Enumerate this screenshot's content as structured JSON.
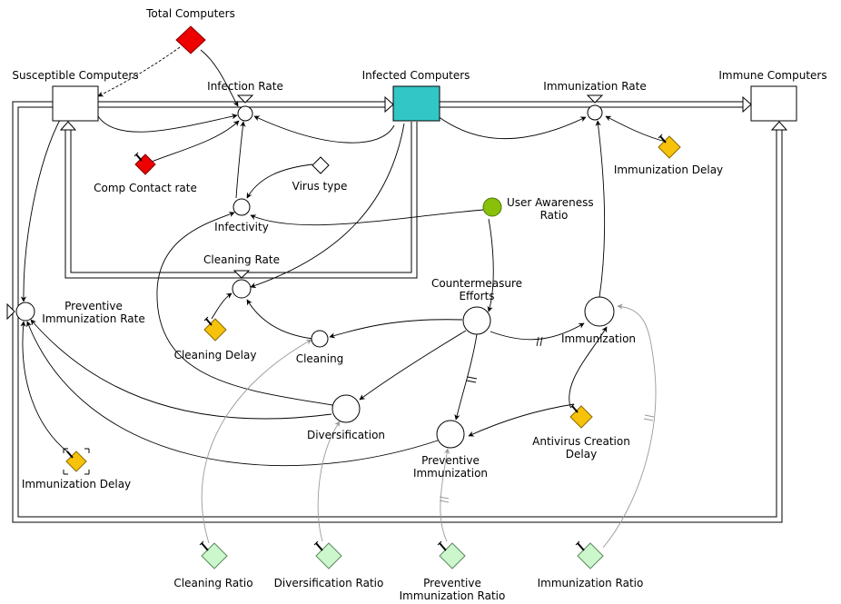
{
  "diagram": {
    "stocks": {
      "susceptible": "Susceptible Computers",
      "infected": "Infected Computers",
      "immune": "Immune Computers"
    },
    "flows": {
      "infection_rate": "Infection Rate",
      "immunization_rate": "Immunization Rate",
      "cleaning_rate": "Cleaning Rate",
      "preventive_rate_line1": "Preventive",
      "preventive_rate_line2": "Immunization Rate"
    },
    "variables": {
      "total_computers": "Total Computers",
      "comp_contact_rate": "Comp Contact rate",
      "virus_type": "Virus type",
      "infectivity": "Infectivity",
      "user_awareness_line1": "User Awareness",
      "user_awareness_line2": "Ratio",
      "countermeasure_line1": "Countermeasure",
      "countermeasure_line2": "Efforts",
      "immunization": "Immunization",
      "cleaning": "Cleaning",
      "cleaning_delay": "Cleaning Delay",
      "immunization_delay_top": "Immunization Delay",
      "immunization_delay_bottom": "Immunization Delay",
      "diversification": "Diversification",
      "preventive_immunization_line1": "Preventive",
      "preventive_immunization_line2": "Immunization",
      "antivirus_line1": "Antivirus Creation",
      "antivirus_line2": "Delay",
      "cleaning_ratio": "Cleaning Ratio",
      "diversification_ratio": "Diversification Ratio",
      "preventive_ratio_line1": "Preventive",
      "preventive_ratio_line2": "Immunization Ratio",
      "immunization_ratio": "Immunization Ratio"
    },
    "colors": {
      "infected_stock": "#33c6c6",
      "total_computers": "#ee0000",
      "comp_contact_rate": "#ee0000",
      "user_awareness": "#88c00a",
      "delay_diamond": "#f7c20a",
      "ratio_diamond": "#ccf7cc"
    }
  }
}
